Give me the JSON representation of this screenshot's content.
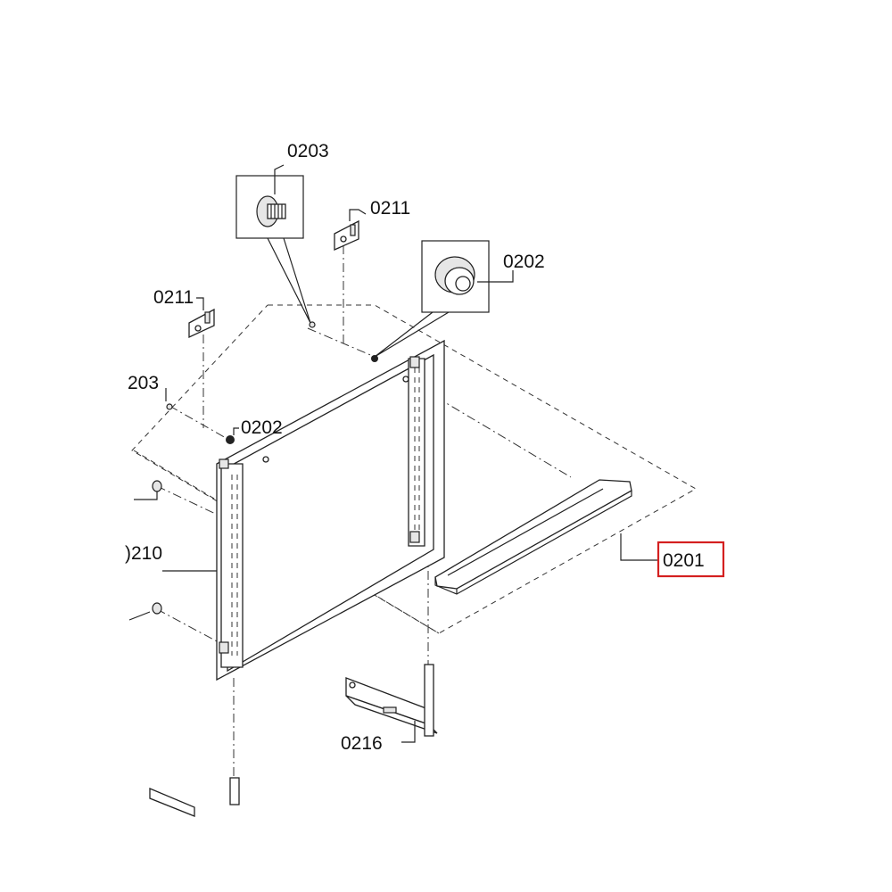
{
  "labels": {
    "l0203_top": "0203",
    "l0211_top": "0211",
    "l0202_top": "0202",
    "l0211_left": "0211",
    "l203_left": "203",
    "l0202_mid": "0202",
    "l0210_left": ")210",
    "l0201": "0201",
    "l0216": "0216"
  },
  "highlight": {
    "color": "#d42020"
  }
}
